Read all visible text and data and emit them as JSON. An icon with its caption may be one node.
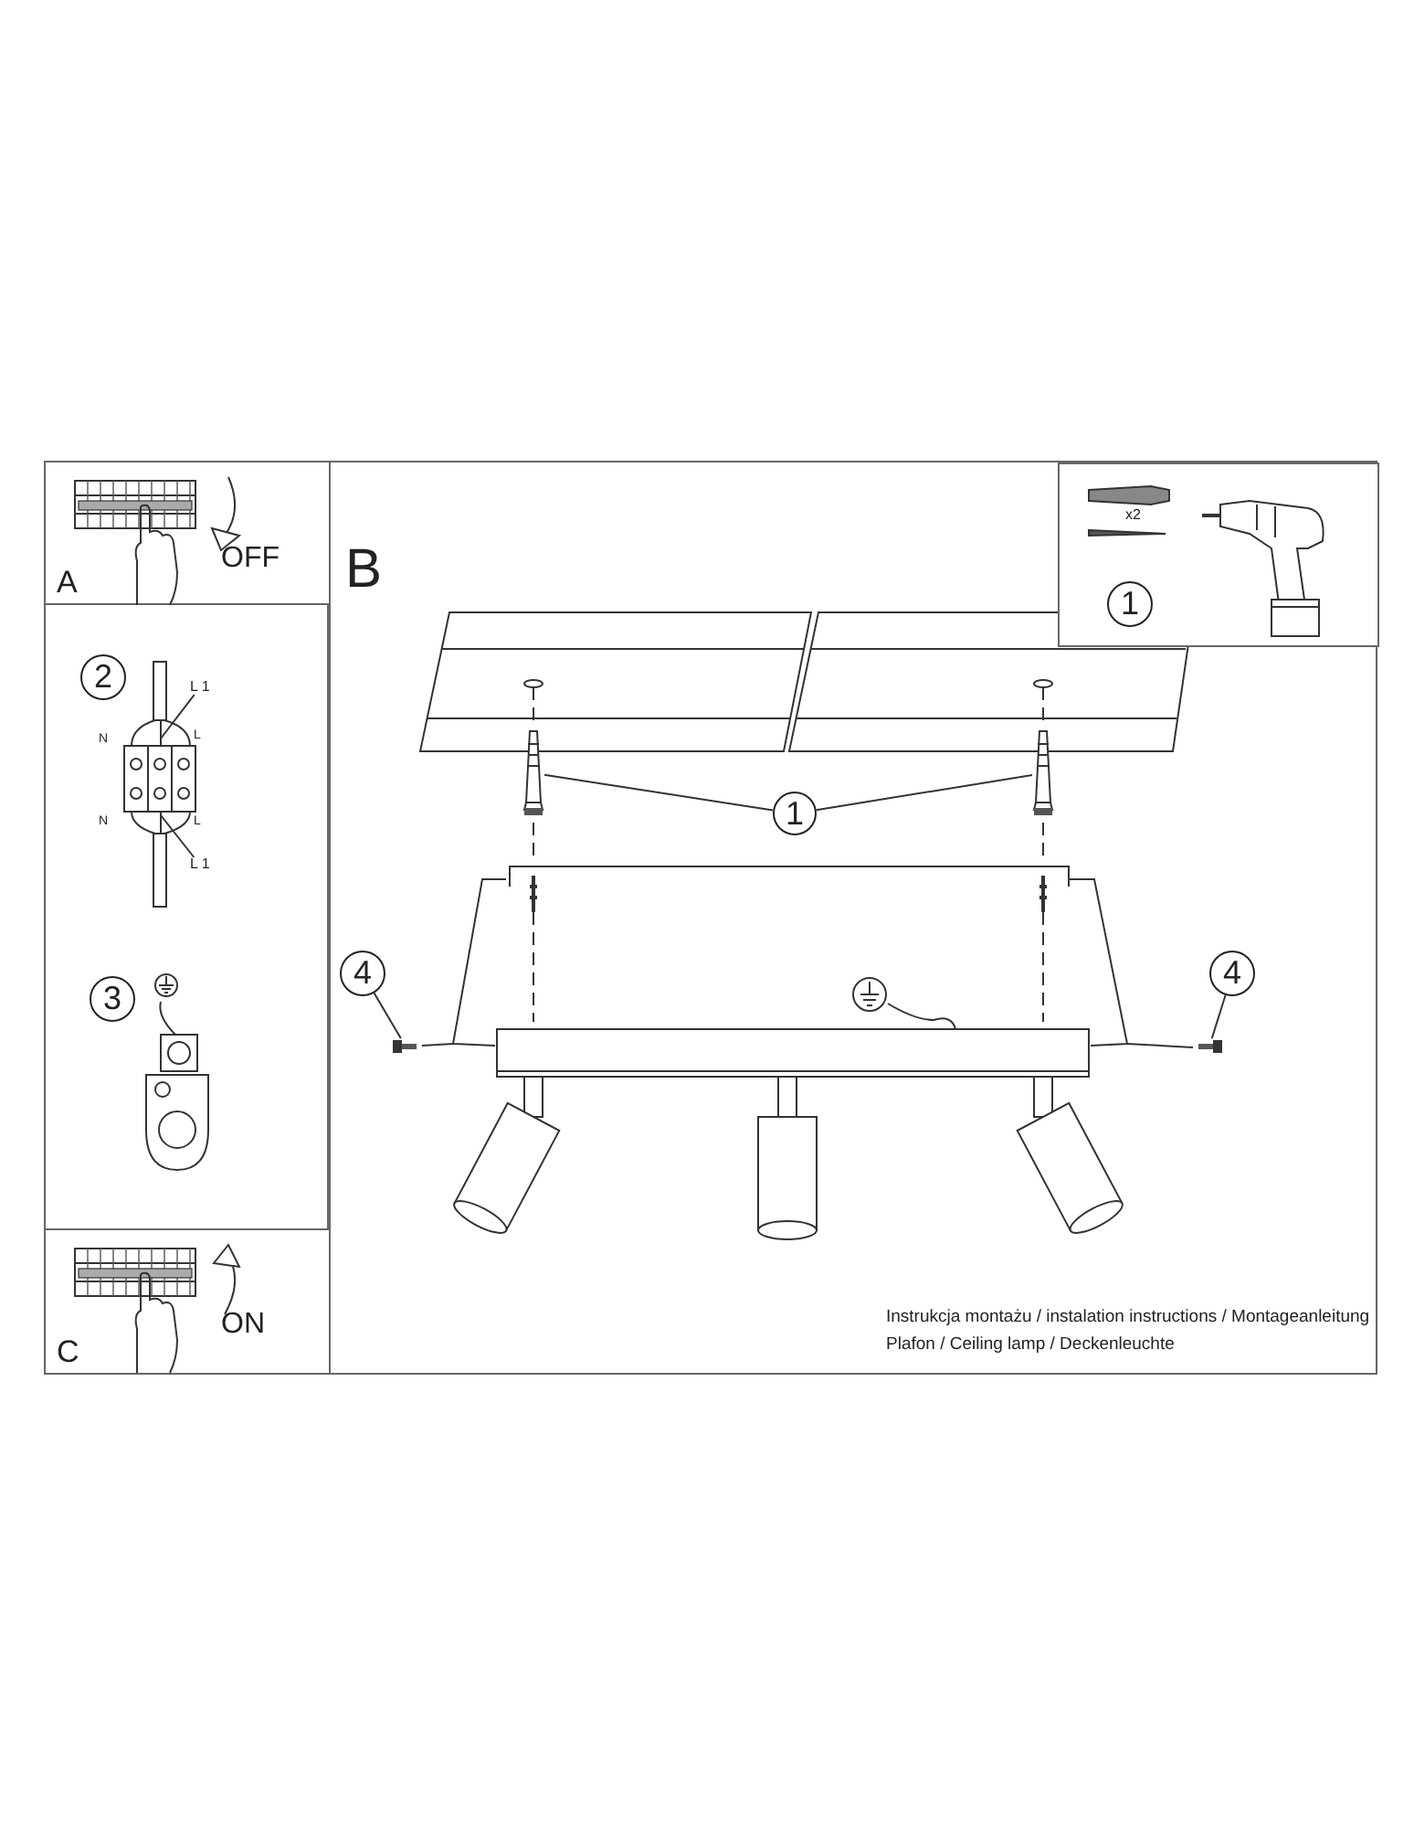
{
  "diagram": {
    "nodes": [
      {
        "text": [
          "A",
          "OFF"
        ]
      },
      {
        "text": [
          "B"
        ]
      },
      {
        "text": [
          "x2",
          "1"
        ],
        "in": 1
      },
      {
        "text": [
          "1"
        ],
        "in": 1
      },
      {
        "text": [],
        "shape": "picture",
        "in": 1
      },
      {
        "text": [],
        "shape": "picture",
        "in": 1
      },
      {
        "text": [
          "4"
        ],
        "in": 1
      },
      {
        "text": [],
        "shape": "picture",
        "in": 1
      },
      {
        "text": [
          "4"
        ],
        "in": 1
      },
      {
        "text": [],
        "shape": "picture",
        "in": 1
      },
      {
        "text": [
          "L 1"
        ]
      },
      {
        "text": [
          "L 1"
        ]
      },
      {
        "text": [
          "C",
          "ON"
        ]
      },
      {
        "text": [
          "2"
        ]
      },
      {
        "text": [
          "3"
        ]
      }
    ],
    "edges": [
      {
        "from": 3,
        "to": 4,
        "arrow": "none"
      },
      {
        "from": 3,
        "to": 5,
        "arrow": "none"
      },
      {
        "from": 6,
        "to": 7,
        "arrow": "none"
      },
      {
        "from": 8,
        "to": 9,
        "arrow": "none"
      },
      {
        "from": 10,
        "to": null,
        "arrow": "none"
      },
      {
        "from": 11,
        "to": null,
        "arrow": "none"
      }
    ],
    "labels": [
      "N",
      "L",
      "N",
      "L",
      "Instrukcja montażu / instalation instructions / Montageanleitung",
      "Plafon / Ceiling lamp / Deckenleuchte"
    ]
  }
}
